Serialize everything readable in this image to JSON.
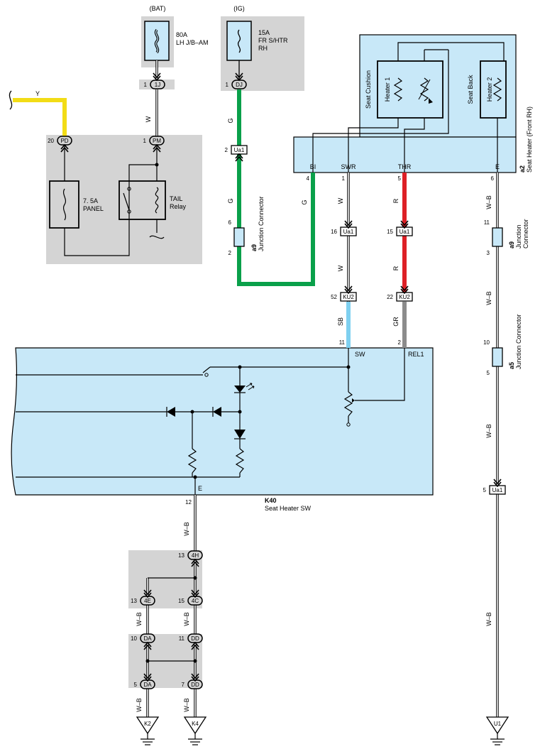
{
  "colors": {
    "gray_box": "#d4d4d4",
    "blue_box": "#c8e8f8",
    "wire_yellow": "#f2dc16",
    "wire_green": "#0aa04a",
    "wire_red": "#dd2026",
    "wire_skyblue": "#7fd0f0",
    "wire_gray": "#8c8c8c"
  },
  "power": {
    "bat": {
      "source": "(BAT)",
      "amp": "80A",
      "name": "LH J/B–AM"
    },
    "ig": {
      "source": "(IG)",
      "amp": "15A",
      "name1": "FR S/HTR",
      "name2": "RH"
    }
  },
  "panel": {
    "fuse1": "7. 5A",
    "fuse2": "PANEL",
    "relay1": "TAIL",
    "relay2": "Relay"
  },
  "connectors": {
    "j1": "1J",
    "dj": "DJ",
    "pd": "PD",
    "pm": "PM",
    "ua1_a": "Ua1",
    "ua1_b": "Ua1",
    "ua1_c": "Ua1",
    "ua1_d": "Ua1",
    "ku2_a": "KU2",
    "ku2_b": "KU2",
    "h4": "4H",
    "e4": "4E",
    "c4": "4C",
    "da1": "DA",
    "dd1": "DD",
    "da2": "DA",
    "dd2": "DD"
  },
  "pins": {
    "j1": "1",
    "dj": "1",
    "pd": "20",
    "pm": "1",
    "ua1_a": "2",
    "a9_top": "6",
    "a9_bot": "2",
    "bi": "4",
    "swr": "1",
    "thr": "5",
    "e": "6",
    "ua1_b": "16",
    "ua1_c": "15",
    "a9r_top": "11",
    "a9r_bot": "3",
    "ku2_a": "52",
    "ku2_b": "22",
    "a5_top": "10",
    "a5_bot": "5",
    "sw": "11",
    "rel1": "2",
    "ua1_d": "5",
    "k40_e": "12",
    "h4": "13",
    "e4": "13",
    "c4": "15",
    "da1": "10",
    "dd1": "11",
    "da2": "5",
    "dd2": "7"
  },
  "wires": {
    "y": "Y",
    "w_pm": "W",
    "g1": "G",
    "g2": "G",
    "g3": "G",
    "w1": "W",
    "w2": "W",
    "r1": "R",
    "r2": "R",
    "wb1": "W–B",
    "wb2": "W–B",
    "wb3": "W–B",
    "wb4": "W–B",
    "sb": "SB",
    "gr": "GR",
    "wb_k40": "W–B",
    "wb_4e": "W–B",
    "wb_4c": "W–B",
    "wb_k2": "W–B",
    "wb_k4": "W–B"
  },
  "components": {
    "a9_id": "a9",
    "a9_name": "Junction Connector",
    "a9r_id": "a9",
    "a9r_name1": "Junction",
    "a9r_name2": "Connector",
    "a5_id": "a5",
    "a5_name": "Junction Connector",
    "a2_id": "a2",
    "a2_name": "Seat Heater (Front RH)",
    "cushion": "Seat Cushion",
    "back": "Seat Back",
    "heater1": "Heater 1",
    "heater2": "Heater 2",
    "k40_id": "K40",
    "k40_name": "Seat Heater SW"
  },
  "terminals": {
    "bi": "BI",
    "swr": "SWR",
    "thr": "THR",
    "e": "E",
    "sw": "SW",
    "rel1": "REL1",
    "k40_e": "E"
  },
  "grounds": {
    "k2": "K2",
    "k4": "K4",
    "u1": "U1"
  }
}
